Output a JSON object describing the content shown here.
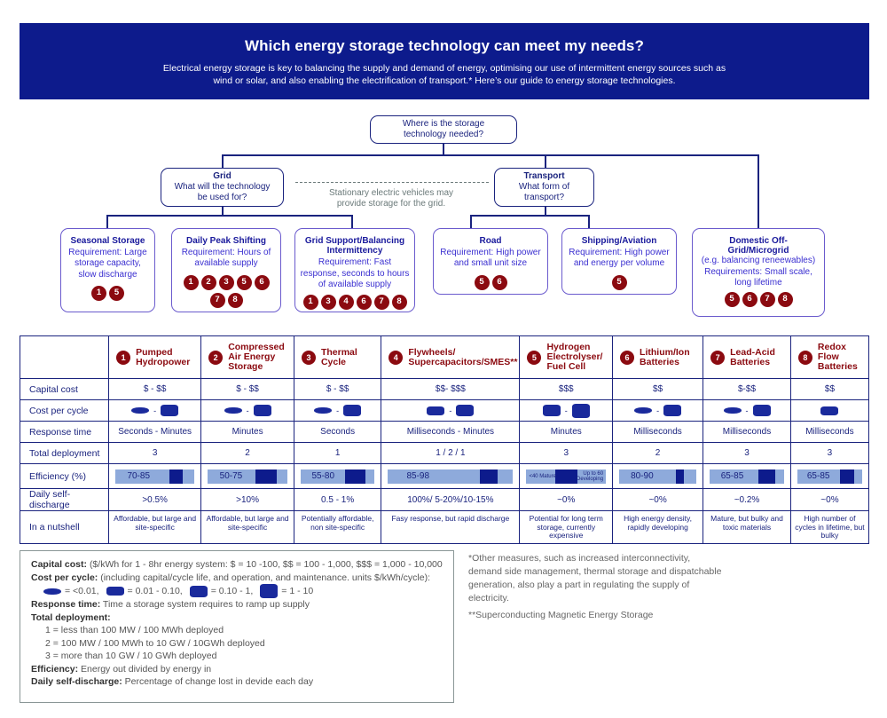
{
  "header": {
    "title": "Which energy storage technology can meet my needs?",
    "subtitle": "Electrical energy storage is key to balancing the supply and demand of energy, optimising our use of intermittent energy sources such as wind or solar, and also enabling the electrification of transport.* Here’s our guide to energy storage technologies."
  },
  "tree": {
    "root": "Where is the storage technology needed?",
    "grid": {
      "title": "Grid",
      "question": "What will the technology be used for?"
    },
    "transport": {
      "title": "Transport",
      "question": "What form of transport?"
    },
    "note": "Stationary electric vehicles may provide storage for the grid.",
    "uses": [
      {
        "title": "Seasonal Storage",
        "req": "Requirement: Large storage capacity, slow discharge",
        "techs": [
          "1",
          "5"
        ]
      },
      {
        "title": "Daily Peak Shifting",
        "req": "Requirement: Hours of available supply",
        "techs": [
          "1",
          "2",
          "3",
          "5",
          "6",
          "7",
          "8"
        ]
      },
      {
        "title": "Grid Support/Balancing Intermittency",
        "req": "Requirement: Fast response, seconds to hours of available supply",
        "techs": [
          "1",
          "3",
          "4",
          "6",
          "7",
          "8"
        ]
      },
      {
        "title": "Road",
        "req": "Requirement: High power and small unit size",
        "techs": [
          "5",
          "6"
        ]
      },
      {
        "title": "Shipping/Aviation",
        "req": "Requirement: High power and energy per volume",
        "techs": [
          "5"
        ]
      },
      {
        "title": "Domestic Off-Grid/Microgrid",
        "sub": "(e.g. balancing reneewables)",
        "req": "Requirements: Small scale, long lifetime",
        "techs": [
          "5",
          "6",
          "7",
          "8"
        ]
      }
    ]
  },
  "table": {
    "row_labels": [
      "Capital cost",
      "Cost per cycle",
      "Response time",
      "Total deployment",
      "Efficiency (%)",
      "Daily self-discharge",
      "In a nutshell"
    ],
    "techs": [
      {
        "num": "1",
        "name": "Pumped Hydropower",
        "capital": "$ - $$",
        "cycle": [
          1,
          3
        ],
        "response": "Seconds - Minutes",
        "deployment": "3",
        "efficiency": "70-85",
        "eff_range": [
          70,
          85
        ],
        "discharge": ">0.5%",
        "nutshell": "Affordable, but large and site-specific"
      },
      {
        "num": "2",
        "name": "Compressed Air Energy Storage",
        "capital": "$ - $$",
        "cycle": [
          1,
          3
        ],
        "response": "Minutes",
        "deployment": "2",
        "efficiency": "50-75",
        "eff_range": [
          50,
          75
        ],
        "discharge": ">10%",
        "nutshell": "Affordable, but large and site-specific"
      },
      {
        "num": "3",
        "name": "Thermal Cycle",
        "capital": "$ - $$",
        "cycle": [
          1,
          3
        ],
        "response": "Seconds",
        "deployment": "1",
        "efficiency": "55-80",
        "eff_range": [
          55,
          80
        ],
        "discharge": "0.5 - 1%",
        "nutshell": "Potentially affordable, non site-specific"
      },
      {
        "num": "4",
        "name": "Flywheels/ Supercapacitors/SMES**",
        "capital": "$$- $$$",
        "cycle": [
          2,
          3
        ],
        "response": "Milliseconds - Minutes",
        "deployment": "1 / 2 / 1",
        "efficiency": "85-98",
        "eff_range": [
          85,
          98
        ],
        "discharge": "100%/ 5-20%/10-15%",
        "nutshell": "Fasy response, but rapid discharge"
      },
      {
        "num": "5",
        "name": "Hydrogen Electrolyser/ Fuel Cell",
        "capital": "$$$",
        "cycle": [
          3,
          4
        ],
        "response": "Minutes",
        "deployment": "3",
        "efficiency": "",
        "eff_low_label": "<40 Mature",
        "eff_high_label": "Up to 60 Developing",
        "eff_range": [
          40,
          60
        ],
        "discharge": "~0%",
        "nutshell": "Potential for long term storage, currently expensive"
      },
      {
        "num": "6",
        "name": "Lithium/Ion Batteries",
        "capital": "$$",
        "cycle": [
          1,
          3
        ],
        "response": "Milliseconds",
        "deployment": "2",
        "efficiency": "80-90",
        "eff_range": [
          80,
          90
        ],
        "discharge": "~0%",
        "nutshell": "High energy density, rapidly developing"
      },
      {
        "num": "7",
        "name": "Lead-Acid Batteries",
        "capital": "$-$$",
        "cycle": [
          1,
          3
        ],
        "response": "Milliseconds",
        "deployment": "3",
        "efficiency": "65-85",
        "eff_range": [
          65,
          85
        ],
        "discharge": "~0.2%",
        "nutshell": "Mature, but bulky and toxic materials"
      },
      {
        "num": "8",
        "name": "Redox Flow Batteries",
        "capital": "$$",
        "cycle": [
          2
        ],
        "response": "Milliseconds",
        "deployment": "3",
        "efficiency": "65-85",
        "eff_range": [
          65,
          85
        ],
        "discharge": "~0%",
        "nutshell": "High number of cycles in lifetime, but bulky"
      }
    ]
  },
  "legend": {
    "capital_label": "Capital cost:",
    "capital_text": "($/kWh for 1 - 8hr energy system: $ = 10 -100, $$ = 100 - 1,000, $$$ = 1,000 - 10,000",
    "cycle_label": "Cost per cycle:",
    "cycle_text": "(including capital/cycle life, and operation, and maintenance. units $/kWh/cycle):",
    "cycle_levels": [
      "= <0.01,",
      "= 0.01 - 0.10,",
      "= 0.10 - 1,",
      "= 1 - 10"
    ],
    "response_label": "Response time:",
    "response_text": "Time a storage system requires to ramp up supply",
    "deployment_label": "Total deployment:",
    "deployment_items": [
      "1 = less than 100 MW / 100 MWh deployed",
      "2 = 100 MW / 100 MWh to 10 GW / 10GWh deployed",
      "3 = more than 10 GW / 10 GWh deployed"
    ],
    "efficiency_label": "Efficiency:",
    "efficiency_text": "Energy out divided by energy in",
    "discharge_label": "Daily self-discharge:",
    "discharge_text": "Percentage of change lost in devide each day"
  },
  "footnotes": {
    "note1": "*Other measures, such as increased interconnectivity, demand side management, thermal storage and dispatchable generation, also play a part in regulating the supply of electricity.",
    "note2": "**Superconducting Magnetic Energy Storage"
  }
}
